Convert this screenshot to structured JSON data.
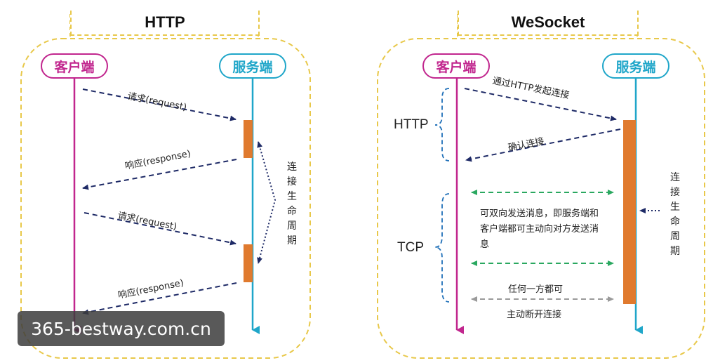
{
  "http": {
    "title": "HTTP",
    "client": "客户端",
    "server": "服务端",
    "request1": "请求(request)",
    "response1": "响应(response)",
    "request2": "请求(request)",
    "response2": "响应(response)",
    "lifecycle": "连接生命周期"
  },
  "websocket": {
    "title": "WeSocket",
    "client": "客户端",
    "server": "服务端",
    "handshake": "通过HTTP发起连接",
    "confirm": "确认连接",
    "http_label": "HTTP",
    "tcp_label": "TCP",
    "duplex_text": "可双向发送消息，即服务端和客户端都可主动向对方发送消息",
    "close_line1": "任何一方都可",
    "close_line2": "主动断开连接",
    "lifecycle": "连接生命周期"
  },
  "watermark": "365-bestway.com.cn",
  "colors": {
    "client": "#c1268e",
    "server": "#1fa6c9",
    "bar": "#e07a2e",
    "navy": "#1e2a66",
    "green": "#2aa860",
    "grey": "#9a9a9a",
    "frame": "#e8c84a"
  }
}
